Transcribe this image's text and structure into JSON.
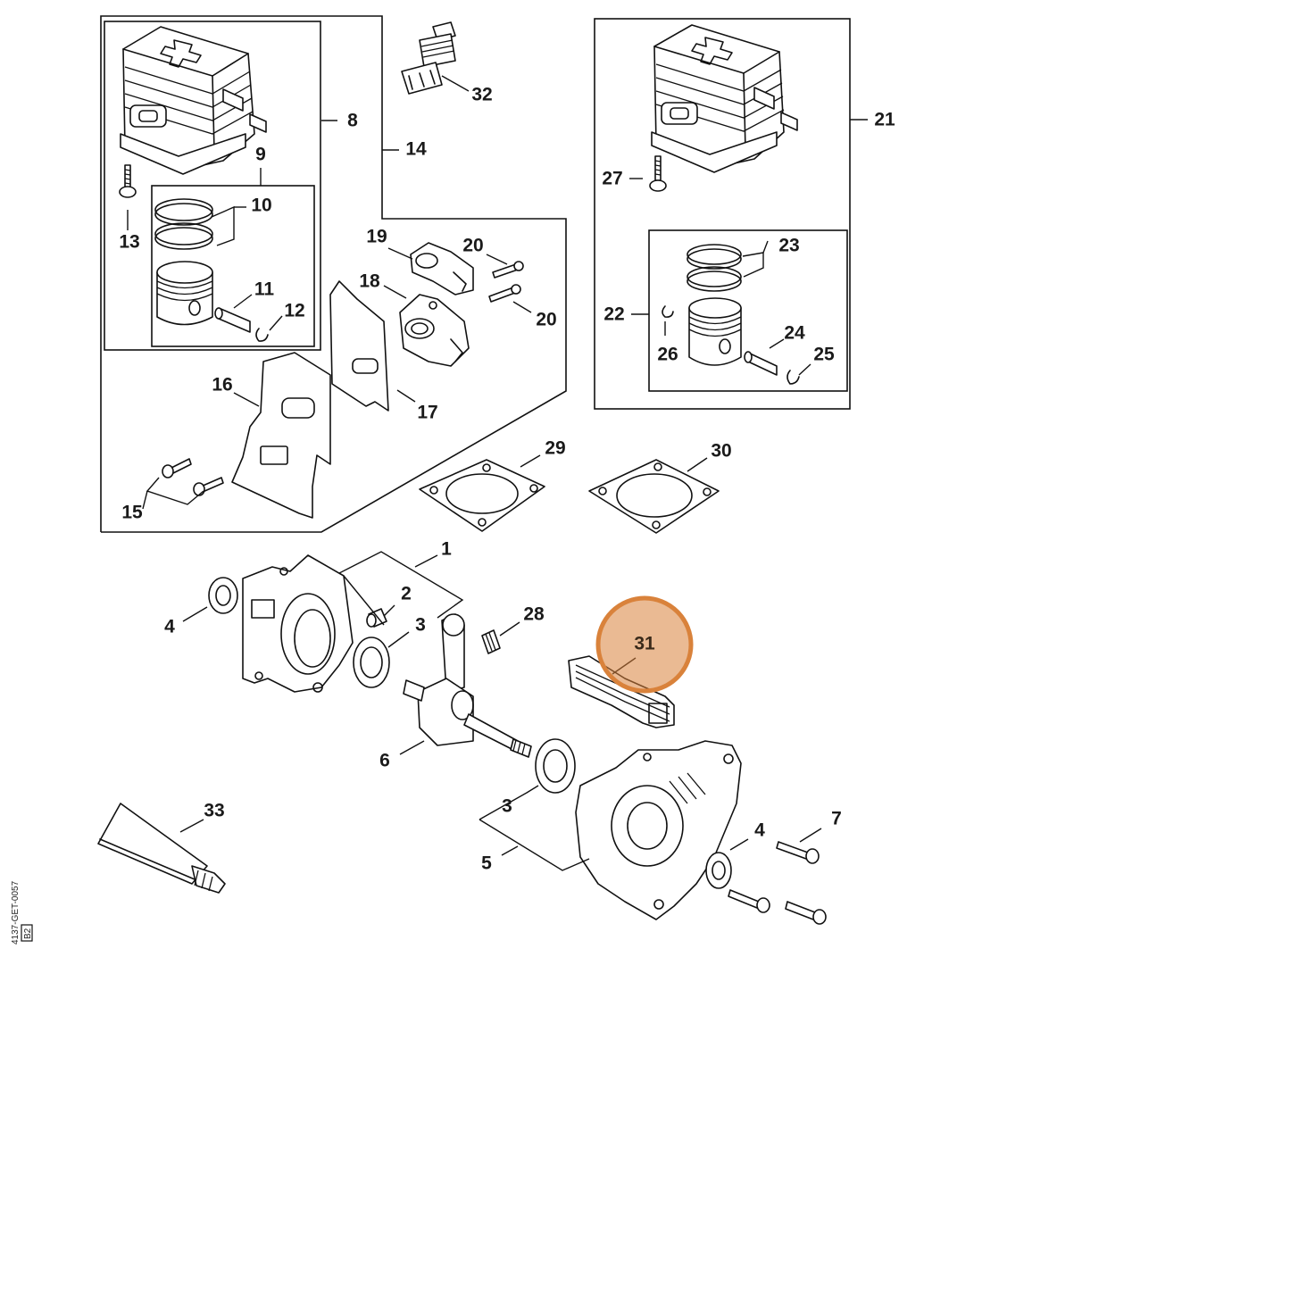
{
  "diagram": {
    "side_code": "4137-GET-0057",
    "side_code_box": "B2",
    "highlight_color": "#d9823b",
    "highlighted_label": "31",
    "labels": {
      "l1": "1",
      "l2": "2",
      "l3a": "3",
      "l3b": "3",
      "l4a": "4",
      "l4b": "4",
      "l5": "5",
      "l6": "6",
      "l7": "7",
      "l8": "8",
      "l9": "9",
      "l10": "10",
      "l11": "11",
      "l12": "12",
      "l13": "13",
      "l14": "14",
      "l15": "15",
      "l16": "16",
      "l17": "17",
      "l18": "18",
      "l19": "19",
      "l20a": "20",
      "l20b": "20",
      "l21": "21",
      "l22": "22",
      "l23": "23",
      "l24": "24",
      "l25": "25",
      "l26": "26",
      "l27": "27",
      "l28": "28",
      "l29": "29",
      "l30": "30",
      "l31": "31",
      "l32": "32",
      "l33": "33"
    }
  }
}
